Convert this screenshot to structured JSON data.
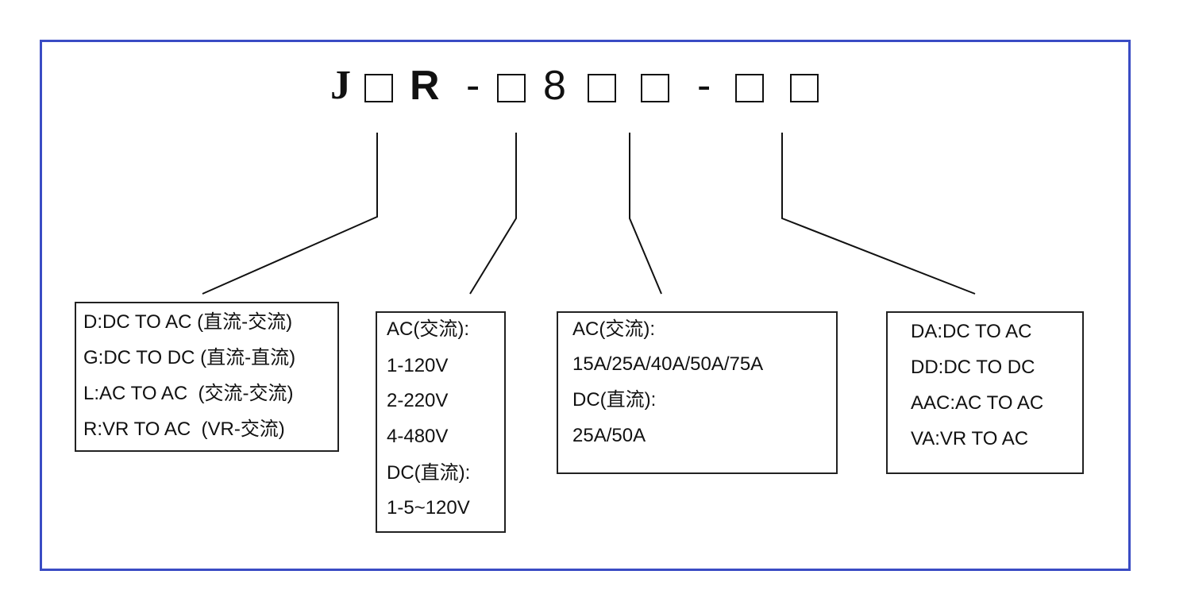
{
  "code": {
    "j": "J",
    "r": "R",
    "dash1": "-",
    "eight": "8",
    "dash2": "-"
  },
  "boxes": {
    "type": {
      "lines": [
        "D:DC TO AC (直流-交流)",
        "G:DC TO DC (直流-直流)",
        "L:AC TO AC  (交流-交流)",
        "R:VR TO AC  (VR-交流)"
      ]
    },
    "voltage": {
      "lines": [
        "AC(交流):",
        "1-120V",
        "2-220V",
        "4-480V",
        "DC(直流):",
        "1-5~120V"
      ]
    },
    "current": {
      "lines": [
        "AC(交流):",
        "15A/25A/40A/50A/75A",
        "DC(直流):",
        "25A/50A"
      ]
    },
    "mode": {
      "lines": [
        "DA:DC TO AC",
        "DD:DC TO DC",
        "AAC:AC TO AC",
        "VA:VR TO AC"
      ]
    }
  },
  "colors": {
    "frame": "#3a4cc4",
    "line": "#111111"
  }
}
